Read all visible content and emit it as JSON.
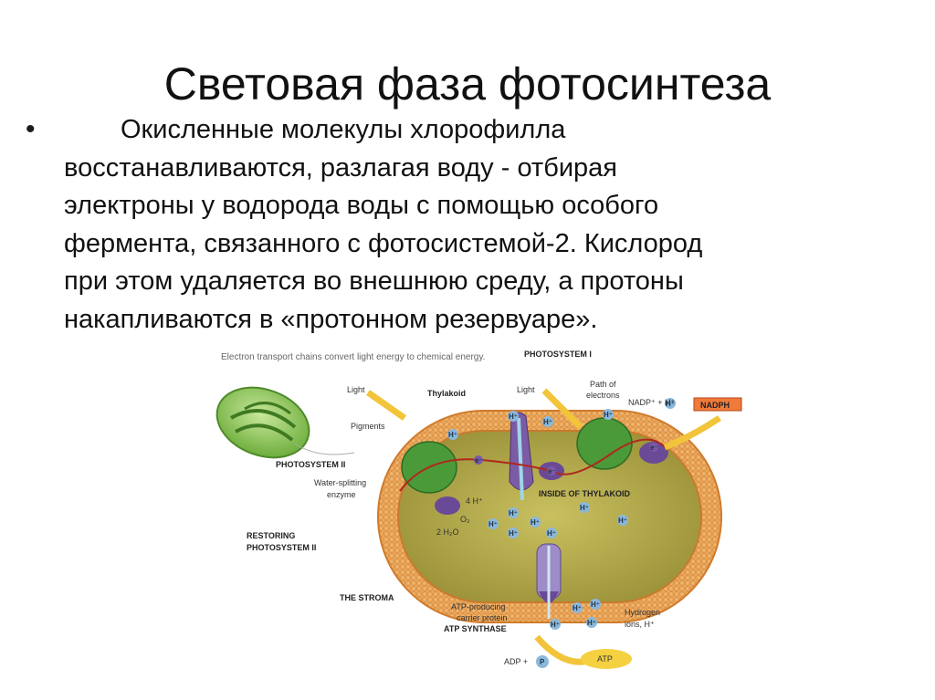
{
  "title": "Световая фаза фотосинтеза",
  "bullet": "•",
  "paragraph_lines": [
    "Окисленные молекулы хлорофилла",
    "восстанавливаются, разлагая воду - отбирая",
    "электроны у водорода воды с помощью особого",
    "фермента, связанного с фотосистемой-2. Кислород",
    "при этом удаляется во внешнюю среду, а протоны",
    "накапливаются в «протонном резервуаре»."
  ],
  "diagram": {
    "caption": "Electron transport chains convert light energy to chemical energy.",
    "photosystem_1": "PHOTOSYSTEM I",
    "light_1": "Light",
    "thylakoid": "Thylakoid",
    "light_2": "Light",
    "path_1": "Path of",
    "path_2": "electrons",
    "nadp": "NADP⁺ + H⁺",
    "nadph": "NADPH",
    "pigments": "Pigments",
    "photosystem_2": "PHOTOSYSTEM II",
    "water_1": "Water-splitting",
    "water_2": "enzyme",
    "inside": "INSIDE OF THYLAKOID",
    "four_h": "4 H⁺",
    "o2": "O₂",
    "two_h2o": "2 H₂O",
    "restoring_1": "RESTORING",
    "restoring_2": "PHOTOSYSTEM II",
    "stroma": "THE STROMA",
    "atp_carrier_1": "ATP-producing",
    "atp_carrier_2": "carrier protein",
    "atp_synthase": "ATP SYNTHASE",
    "hydrogen_1": "Hydrogen",
    "hydrogen_2": "ions, H⁺",
    "adp": "ADP +",
    "p": "P",
    "atp": "ATP",
    "h": "H⁺",
    "e": "e⁻"
  },
  "colors": {
    "membrane": "#e8a050",
    "membrane_outer": "#d9802e",
    "lumen": "#b5a84a",
    "photosystem": "#4a9a3a",
    "protein": "#7b5aa6",
    "arrow": "#f2c43a",
    "nadph_box": "#f07a3a",
    "ion": "#8ab8dc"
  }
}
